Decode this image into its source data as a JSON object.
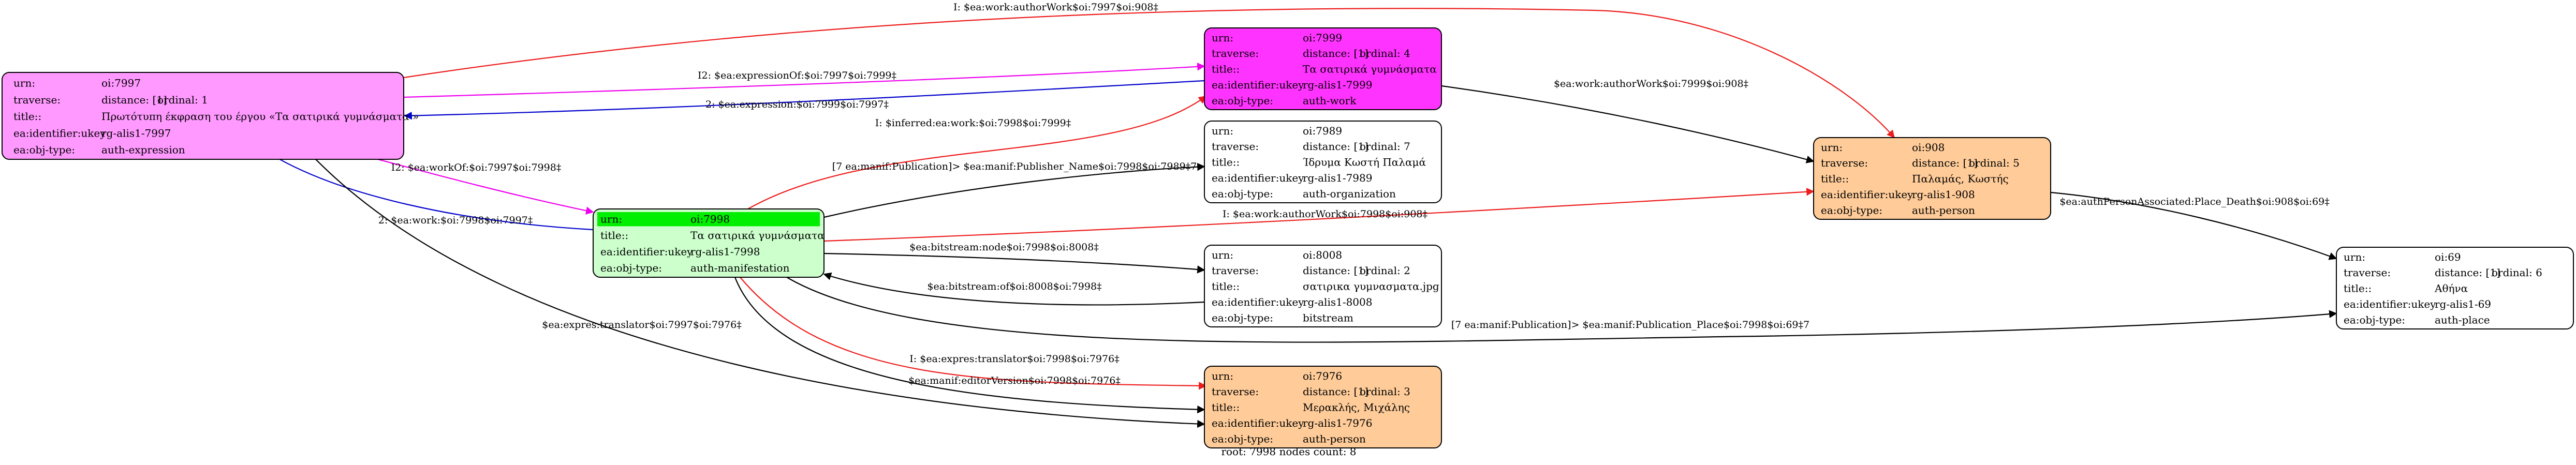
{
  "colors": {
    "expression": "#ff99ff",
    "work": "#ff33ff",
    "manifestation": "#ccffcc",
    "root_highlight": "#00ee00",
    "person": "#ffcc99",
    "plain": "#ffffff",
    "edge_red": "#ee1c1c",
    "edge_magenta": "#ee00ee",
    "edge_blue": "#0000cc",
    "edge_black": "#000000"
  },
  "nodes": [
    {
      "id": "oi7997",
      "kind": "expression",
      "rows": [
        [
          "urn:",
          "oi:7997",
          ""
        ],
        [
          "traverse:",
          "distance: [1]",
          "ordinal: 1"
        ],
        [
          "title::",
          "Πρωτότυπη έκφραση του έργου «Τα σατιρικά γυμνάσματα »",
          ""
        ],
        [
          "ea:identifier:ukey",
          "rg-alis1-7997",
          ""
        ],
        [
          "ea:obj-type:",
          "auth-expression",
          ""
        ]
      ]
    },
    {
      "id": "oi7999",
      "kind": "work",
      "rows": [
        [
          "urn:",
          "oi:7999",
          ""
        ],
        [
          "traverse:",
          "distance: [1]",
          "ordinal: 4"
        ],
        [
          "title::",
          "Τα σατιρικά γυμνάσματα",
          ""
        ],
        [
          "ea:identifier:ukey",
          "rg-alis1-7999",
          ""
        ],
        [
          "ea:obj-type:",
          "auth-work",
          ""
        ]
      ]
    },
    {
      "id": "oi7989",
      "kind": "plain",
      "rows": [
        [
          "urn:",
          "oi:7989",
          ""
        ],
        [
          "traverse:",
          "distance: [1]",
          "ordinal: 7"
        ],
        [
          "title::",
          "Ίδρυμα Κωστή Παλαμά",
          ""
        ],
        [
          "ea:identifier:ukey",
          "rg-alis1-7989",
          ""
        ],
        [
          "ea:obj-type:",
          "auth-organization",
          ""
        ]
      ]
    },
    {
      "id": "oi908",
      "kind": "person",
      "rows": [
        [
          "urn:",
          "oi:908",
          ""
        ],
        [
          "traverse:",
          "distance: [1]",
          "ordinal: 5"
        ],
        [
          "title::",
          "Παλαμάς, Κωστής",
          ""
        ],
        [
          "ea:identifier:ukey",
          "rg-alis1-908",
          ""
        ],
        [
          "ea:obj-type:",
          "auth-person",
          ""
        ]
      ]
    },
    {
      "id": "oi7998",
      "kind": "manifestation",
      "root": true,
      "rows": [
        [
          "urn:",
          "oi:7998",
          ""
        ],
        [
          "title::",
          "Τα σατιρικά γυμνάσματα",
          ""
        ],
        [
          "ea:identifier:ukey",
          "rg-alis1-7998",
          ""
        ],
        [
          "ea:obj-type:",
          "auth-manifestation",
          ""
        ]
      ]
    },
    {
      "id": "oi8008",
      "kind": "plain",
      "rows": [
        [
          "urn:",
          "oi:8008",
          ""
        ],
        [
          "traverse:",
          "distance: [1]",
          "ordinal: 2"
        ],
        [
          "title::",
          "σατιρικα γυμνασματα.jpg",
          ""
        ],
        [
          "ea:identifier:ukey",
          "rg-alis1-8008",
          ""
        ],
        [
          "ea:obj-type:",
          "bitstream",
          ""
        ]
      ]
    },
    {
      "id": "oi69",
      "kind": "plain",
      "rows": [
        [
          "urn:",
          "oi:69",
          ""
        ],
        [
          "traverse:",
          "distance: [1]",
          "ordinal: 6"
        ],
        [
          "title::",
          "Αθήνα",
          ""
        ],
        [
          "ea:identifier:ukey",
          "rg-alis1-69",
          ""
        ],
        [
          "ea:obj-type:",
          "auth-place",
          ""
        ]
      ]
    },
    {
      "id": "oi7976",
      "kind": "person",
      "rows": [
        [
          "urn:",
          "oi:7976",
          ""
        ],
        [
          "traverse:",
          "distance: [1]",
          "ordinal: 3"
        ],
        [
          "title::",
          "Μερακλής, Μιχάλης",
          ""
        ],
        [
          "ea:identifier:ukey",
          "rg-alis1-7976",
          ""
        ],
        [
          "ea:obj-type:",
          "auth-person",
          ""
        ]
      ]
    }
  ],
  "edges": [
    {
      "color": "edge_red",
      "label": "I: $ea:work:authorWork$oi:7997$oi:908‡"
    },
    {
      "color": "edge_magenta",
      "label": "I2: $ea:expressionOf:$oi:7997$oi:7999‡"
    },
    {
      "color": "edge_blue",
      "label": "2: $ea:expression:$oi:7999$oi:7997‡"
    },
    {
      "color": "edge_black",
      "label": "$ea:work:authorWork$oi:7999$oi:908‡"
    },
    {
      "color": "edge_red",
      "label": "I: $inferred:ea:work:$oi:7998$oi:7999‡"
    },
    {
      "color": "edge_magenta",
      "label": "I2: $ea:workOf:$oi:7997$oi:7998‡"
    },
    {
      "color": "edge_blue",
      "label": "2: $ea:work:$oi:7998$oi:7997‡"
    },
    {
      "color": "edge_black",
      "label": "[7 ea:manif:Publication]> $ea:manif:Publisher_Name$oi:7998$oi:7989‡7"
    },
    {
      "color": "edge_red",
      "label": "I: $ea:work:authorWork$oi:7998$oi:908‡"
    },
    {
      "color": "edge_black",
      "label": "$ea:bitstream:node$oi:7998$oi:8008‡"
    },
    {
      "color": "edge_black",
      "label": "$ea:bitstream:of$oi:8008$oi:7998‡"
    },
    {
      "color": "edge_black",
      "label": "$ea:authPersonAssociated:Place_Death$oi:908$oi:69‡"
    },
    {
      "color": "edge_black",
      "label": "[7 ea:manif:Publication]> $ea:manif:Publication_Place$oi:7998$oi:69‡7"
    },
    {
      "color": "edge_black",
      "label": "$ea:expres:translator$oi:7997$oi:7976‡"
    },
    {
      "color": "edge_red",
      "label": "I: $ea:expres:translator$oi:7998$oi:7976‡"
    },
    {
      "color": "edge_black",
      "label": "$ea:manif:editorVersion$oi:7998$oi:7976‡"
    }
  ],
  "footer": "root: 7998 nodes count: 8"
}
